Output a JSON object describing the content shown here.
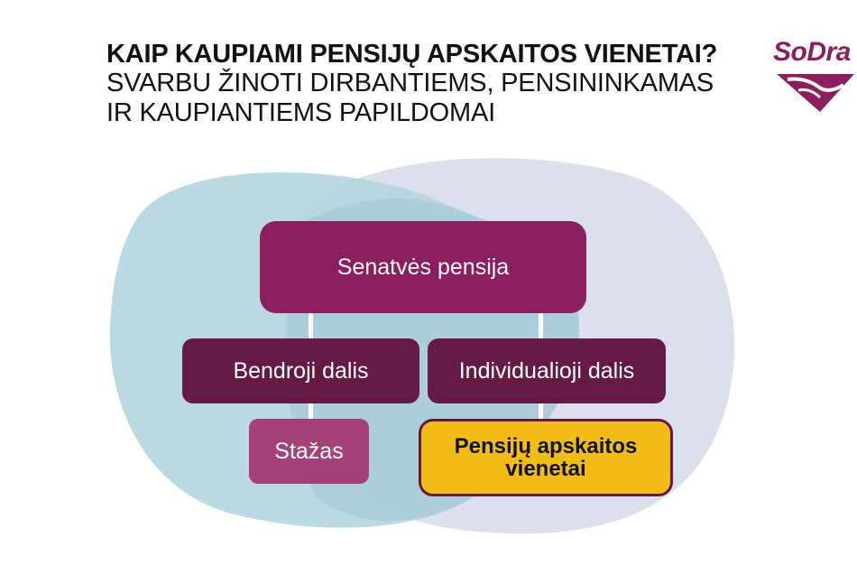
{
  "header": {
    "title": "KAIP KAUPIAMI PENSIJŲ APSKAITOS VIENETAI?",
    "subtitle_line1": "SVARBU ŽINOTI DIRBANTIEMS, PENSININKAMAS",
    "subtitle_line2": "IR KAUPIANTIEMS PAPILDOMAI"
  },
  "logo": {
    "text": "SoDra",
    "icon": "sodra-logo-mark"
  },
  "diagram": {
    "root": "Senatvės pensija",
    "left_branch": "Bendroji dalis",
    "right_branch": "Individualioji dalis",
    "left_leaf": "Stažas",
    "right_leaf": "Pensijų apskaitos vienetai"
  },
  "colors": {
    "root": "#8b1e5f",
    "branch": "#651a45",
    "left_leaf": "#a34178",
    "highlight": "#f3bd18",
    "blob_blue": "#b3d5df",
    "blob_lavender": "#dcdfec",
    "connector": "#ffffff"
  }
}
